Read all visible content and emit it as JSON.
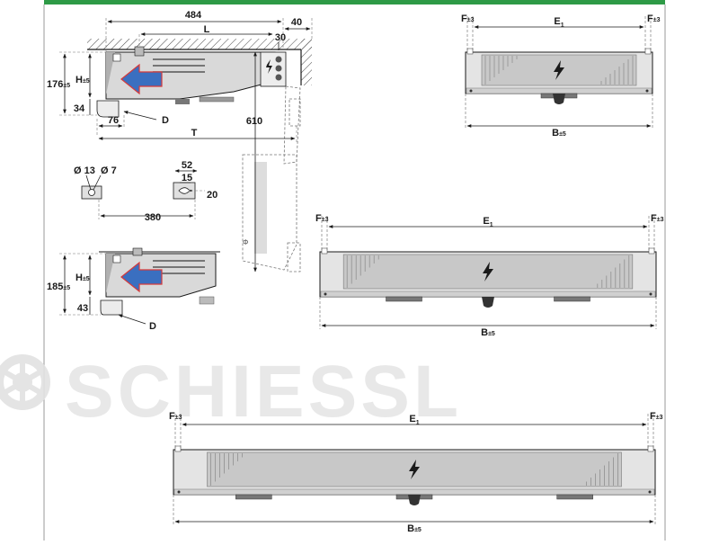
{
  "colors": {
    "brand_bar": "#2e9a46",
    "line": "#1a1a1a",
    "dashed": "#555555",
    "panel_fill": "#c8c8c8",
    "panel_light": "#e4e4e4",
    "watermark": "#e6e6e6"
  },
  "watermark": {
    "text": "SCHIESSL",
    "logo": "snowflake-logo"
  },
  "side_view_top": {
    "dim_484": "484",
    "dim_40": "40",
    "dim_L": "L",
    "dim_30": "30",
    "dim_176": "176",
    "dim_176_tol": "±5",
    "dim_H": "H",
    "dim_H_tol": "±5",
    "dim_34": "34",
    "dim_76": "76",
    "label_D": "D",
    "dim_610": "610",
    "dim_T": "T"
  },
  "bracket_detail": {
    "dim_13": "Ø 13",
    "dim_7": "Ø 7",
    "dim_52": "52",
    "dim_15": "15",
    "dim_20": "20",
    "dim_380": "380"
  },
  "side_view_bottom": {
    "dim_185": "185",
    "dim_185_tol": "±5",
    "dim_H": "H",
    "dim_H_tol": "±5",
    "dim_43": "43",
    "label_D": "D"
  },
  "front_views": [
    {
      "name": "small",
      "F_left": "F",
      "F_right": "F",
      "F_tol": "±3",
      "E": "E",
      "E_sub": "1",
      "B": "B",
      "B_tol": "±5"
    },
    {
      "name": "medium",
      "F_left": "F",
      "F_right": "F",
      "F_tol": "±3",
      "E": "E",
      "E_sub": "1",
      "B": "B",
      "B_tol": "±5"
    },
    {
      "name": "large",
      "F_left": "F",
      "F_right": "F",
      "F_tol": "±3",
      "E": "E",
      "E_sub": "1",
      "B": "B",
      "B_tol": "±5"
    }
  ]
}
